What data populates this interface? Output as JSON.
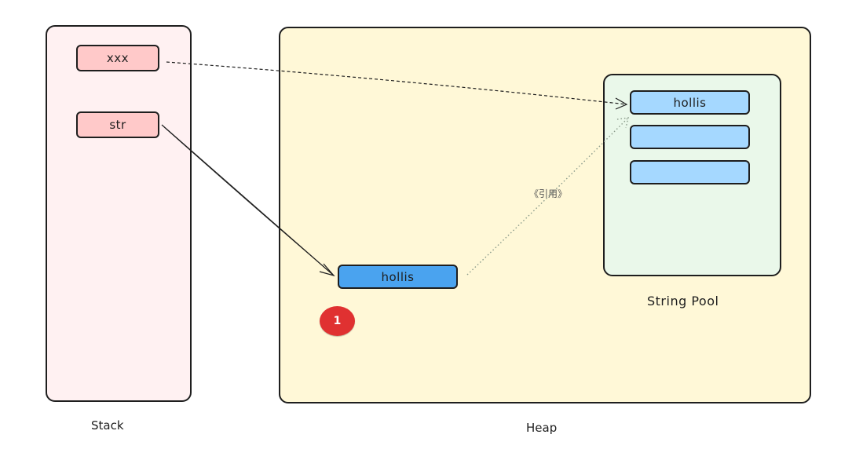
{
  "stack": {
    "label": "Stack",
    "variables": [
      {
        "name": "xxx"
      },
      {
        "name": "str"
      }
    ]
  },
  "heap": {
    "label": "Heap",
    "object": {
      "value": "hollis"
    },
    "badge": "1"
  },
  "string_pool": {
    "label": "String Pool",
    "slots": [
      {
        "value": "hollis"
      },
      {
        "value": ""
      },
      {
        "value": ""
      }
    ]
  },
  "reference_label": "《引用》",
  "colors": {
    "stack_bg": "#fff1f2",
    "heap_bg": "#fff8d7",
    "pool_bg": "#eaf8ea",
    "variable_box": "#ffc9c9",
    "heap_object": "#4aa3ef",
    "pool_slot": "#a5d8ff",
    "badge": "#e03131"
  }
}
